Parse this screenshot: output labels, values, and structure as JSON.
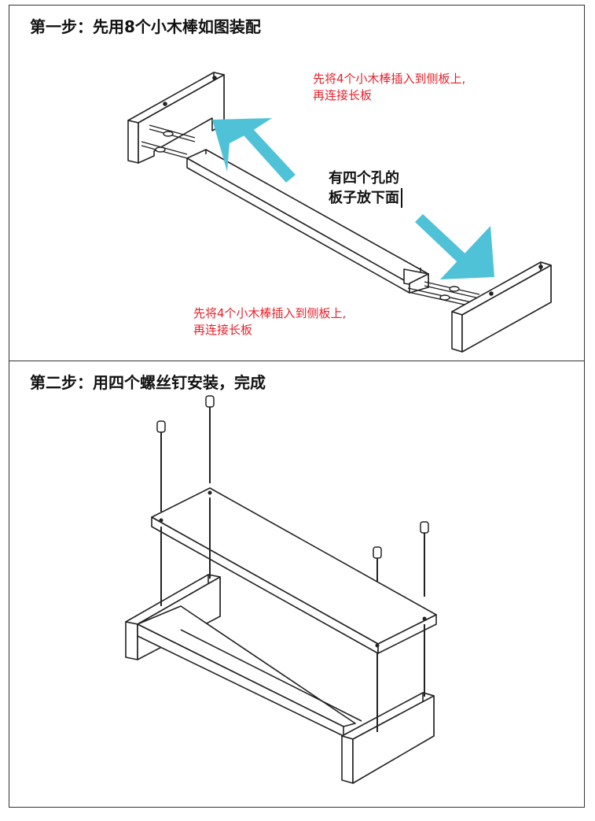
{
  "step1": {
    "title": "第一步：先用8个小木棒如图装配",
    "note_top": [
      "先将4个小木棒插入到侧板上,",
      "再连接长板"
    ],
    "note_bottom": [
      "先将4个小木棒插入到侧板上,",
      "再连接长板"
    ],
    "hole_label": [
      "有四个孔的",
      "板子放下面"
    ]
  },
  "step2": {
    "title": "第二步：用四个螺丝钉安装，完成"
  },
  "colors": {
    "note_text": "#e8202a",
    "arrow": "#4fc2d8",
    "line": "#222222",
    "frame": "#333333"
  }
}
